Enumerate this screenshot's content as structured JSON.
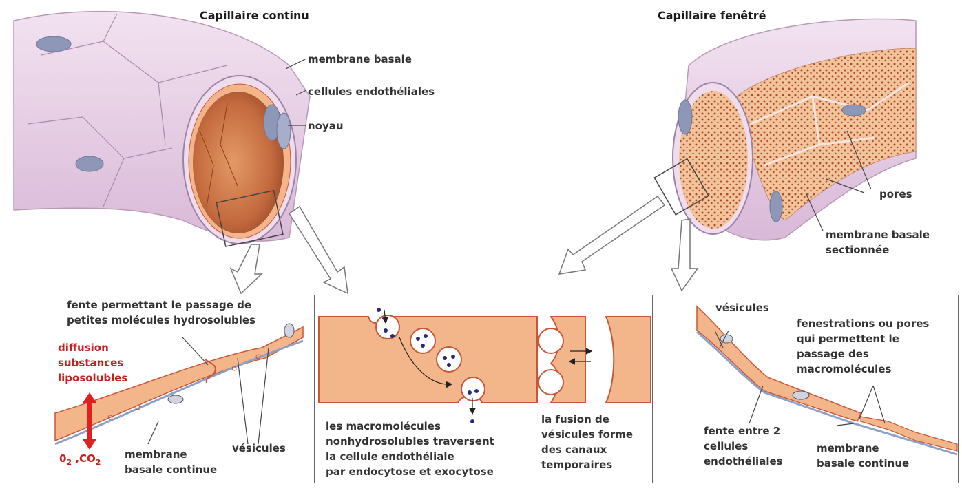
{
  "titles": {
    "left": "Capillaire continu",
    "right": "Capillaire fenêtré"
  },
  "left_labels": {
    "membrane_basale": "membrane basale",
    "cellules": "cellules endothéliales",
    "noyau": "noyau"
  },
  "right_labels": {
    "pores": "pores",
    "membrane_line1": "membrane basale",
    "membrane_line2": "sectionnée"
  },
  "panel1": {
    "fente_line1": "fente permettant le passage de",
    "fente_line2": "petites molécules hydrosolubles",
    "diffusion_line1": "diffusion",
    "diffusion_line2": "substances",
    "diffusion_line3": "liposolubles",
    "gas_o": "0",
    "gas_o_sub": "2",
    "gas_sep": " ,CO",
    "gas_co_sub": "2",
    "membrane_line1": "membrane",
    "membrane_line2": "basale continue",
    "vesicules": "vésicules"
  },
  "panel2": {
    "macro_line1": "les macromolécules",
    "macro_line2": "nonhydrosolubles traversent",
    "macro_line3": "la cellule endothéliale",
    "macro_line4": "par endocytose et exocytose",
    "fusion_line1": "la fusion de",
    "fusion_line2": "vésicules forme",
    "fusion_line3": "des canaux",
    "fusion_line4": "temporaires"
  },
  "panel3": {
    "vesicules": "vésicules",
    "fen_line1": "fenestrations ou pores",
    "fen_line2": "qui permettent le",
    "fen_line3": "passage des",
    "fen_line4": "macromolécules",
    "fente_line1": "fente entre 2",
    "fente_line2": "cellules",
    "fente_line3": "endothéliales",
    "membrane_line1": "membrane",
    "membrane_line2": "basale continue"
  },
  "colors": {
    "vessel_wall": "#e6cbe4",
    "vessel_line": "#9d82a8",
    "lumen": "#c2663a",
    "cell_fill": "#f3b58a",
    "cell_stroke": "#c8563a",
    "nucleus": "#8e97b8",
    "label_red": "#cc1f1f"
  }
}
